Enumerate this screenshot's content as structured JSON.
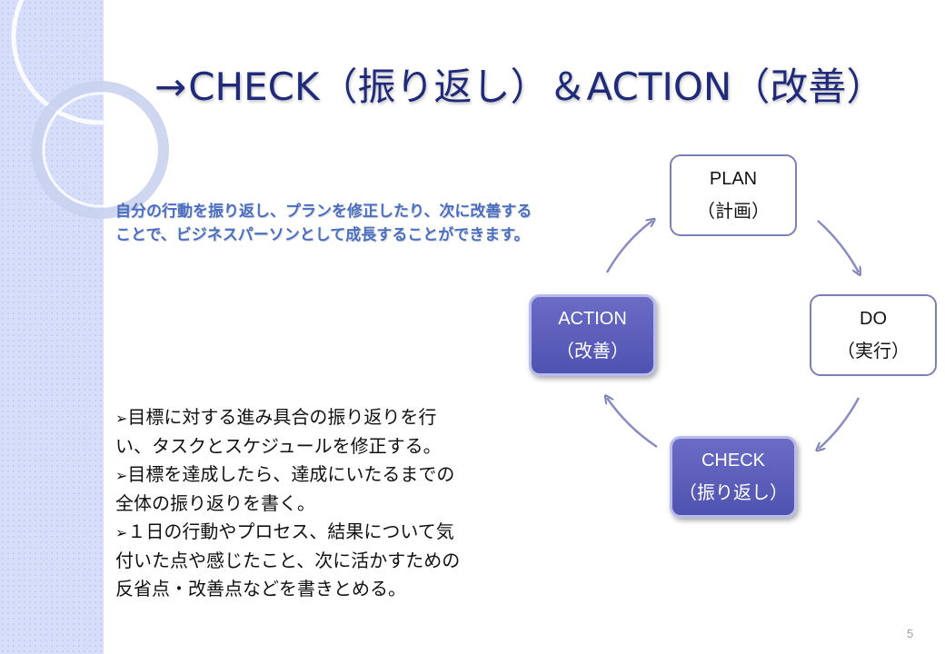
{
  "title": {
    "arrow": "→",
    "text": "CHECK（振り返し）＆ACTION（改善）"
  },
  "lead": {
    "line1": "自分の行動を振り返し、プランを修正したり、次に改善する",
    "line2": "ことで、ビジネスパーソンとして成長することができます。"
  },
  "bullets": {
    "lines": [
      "目標に対する進み具合の振り返りを行",
      "い、タスクとスケジュールを修正する。",
      "目標を達成したら、達成にいたるまでの",
      "全体の振り返りを書く。",
      "１日の行動やプロセス、結果について気",
      "付いた点や感じたこと、次に活かすための",
      "反省点・改善点などを書きとめる。"
    ],
    "mark": "➢"
  },
  "cycle": {
    "plan": {
      "label": "PLAN",
      "sub": "（計画）"
    },
    "do": {
      "label": "DO",
      "sub": "（実行）"
    },
    "check": {
      "label": "CHECK",
      "sub": "（振り返し）"
    },
    "action": {
      "label": "ACTION",
      "sub": "（改善）"
    }
  },
  "colors": {
    "title": "#1f2a7a",
    "lead": "#4a6fc2",
    "node_dark": "#5b5dbb",
    "node_border": "#7b7fb8",
    "strip": "#d7defa"
  },
  "page_number": "5"
}
